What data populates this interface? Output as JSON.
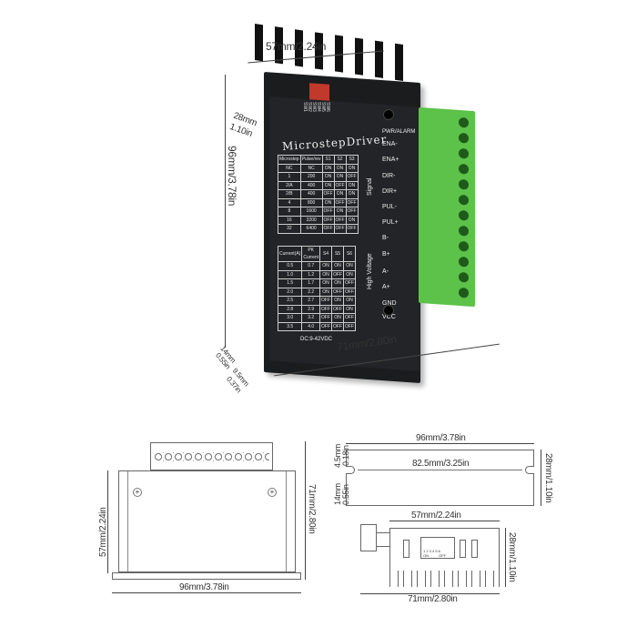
{
  "photo": {
    "title": "MicrostepDriver",
    "switch_labels": [
      "SW6",
      "SW5",
      "SW4",
      "SW3",
      "SW2",
      "SW1"
    ],
    "microstep_table": {
      "headers": [
        "Microstep",
        "Pulse/rev",
        "S1",
        "S2",
        "S3"
      ],
      "rows": [
        [
          "NC",
          "NC",
          "ON",
          "ON",
          "ON"
        ],
        [
          "1",
          "200",
          "ON",
          "ON",
          "OFF"
        ],
        [
          "2/A",
          "400",
          "ON",
          "OFF",
          "ON"
        ],
        [
          "2/B",
          "400",
          "OFF",
          "ON",
          "ON"
        ],
        [
          "4",
          "800",
          "ON",
          "OFF",
          "OFF"
        ],
        [
          "8",
          "1600",
          "OFF",
          "ON",
          "OFF"
        ],
        [
          "16",
          "3200",
          "OFF",
          "OFF",
          "ON"
        ],
        [
          "32",
          "6400",
          "OFF",
          "OFF",
          "OFF"
        ]
      ]
    },
    "current_table": {
      "headers": [
        "Current(A)",
        "PK Current",
        "S4",
        "S5",
        "S6"
      ],
      "rows": [
        [
          "0.5",
          "0.7",
          "ON",
          "ON",
          "ON"
        ],
        [
          "1.0",
          "1.2",
          "ON",
          "OFF",
          "ON"
        ],
        [
          "1.5",
          "1.7",
          "ON",
          "ON",
          "OFF"
        ],
        [
          "2.0",
          "2.2",
          "ON",
          "OFF",
          "OFF"
        ],
        [
          "2.5",
          "2.7",
          "OFF",
          "ON",
          "ON"
        ],
        [
          "2.8",
          "2.9",
          "OFF",
          "OFF",
          "ON"
        ],
        [
          "3.0",
          "3.2",
          "OFF",
          "ON",
          "OFF"
        ],
        [
          "3.5",
          "4.0",
          "OFF",
          "OFF",
          "OFF"
        ]
      ]
    },
    "voltage": "DC:9-42VDC",
    "pwr_alarm": "PWR/ALARM",
    "signal_group": "Signal",
    "signal_pins": [
      "ENA-",
      "ENA+",
      "DIR-",
      "DIR+",
      "PUL-",
      "PUL+"
    ],
    "hv_group": "High Voltage",
    "hv_pins": [
      "B-",
      "B+",
      "A-",
      "A+",
      "GND",
      "VCC"
    ],
    "dims": {
      "width": "57mm/2.24in",
      "depth_top": "28mm",
      "depth_top_in": "1.10in",
      "height": "96mm/3.78in",
      "length": "71mm/2.80in",
      "foot": "14mm",
      "foot_in": "0.55in",
      "slot": "9.5mm",
      "slot_in": "0.37in"
    }
  },
  "front_view": {
    "height": "57mm/2.24in",
    "total": "71mm/2.80in",
    "width": "96mm/3.78in"
  },
  "top_view": {
    "width": "96mm/3.78in",
    "hole_spacing": "82.5mm/3.25in",
    "offset_top": "4.5mm",
    "offset_top_in": "0.18in",
    "offset_bottom": "14mm",
    "offset_bottom_in": "0.55in",
    "depth": "28mm/1.10in"
  },
  "side_view": {
    "width": "57mm/2.24in",
    "depth": "28mm/1.10in",
    "length": "71mm/2.80in",
    "dip_numbers": "1 2 3 4 5 6",
    "dip_on": "ON",
    "dip_off": "OFF"
  }
}
